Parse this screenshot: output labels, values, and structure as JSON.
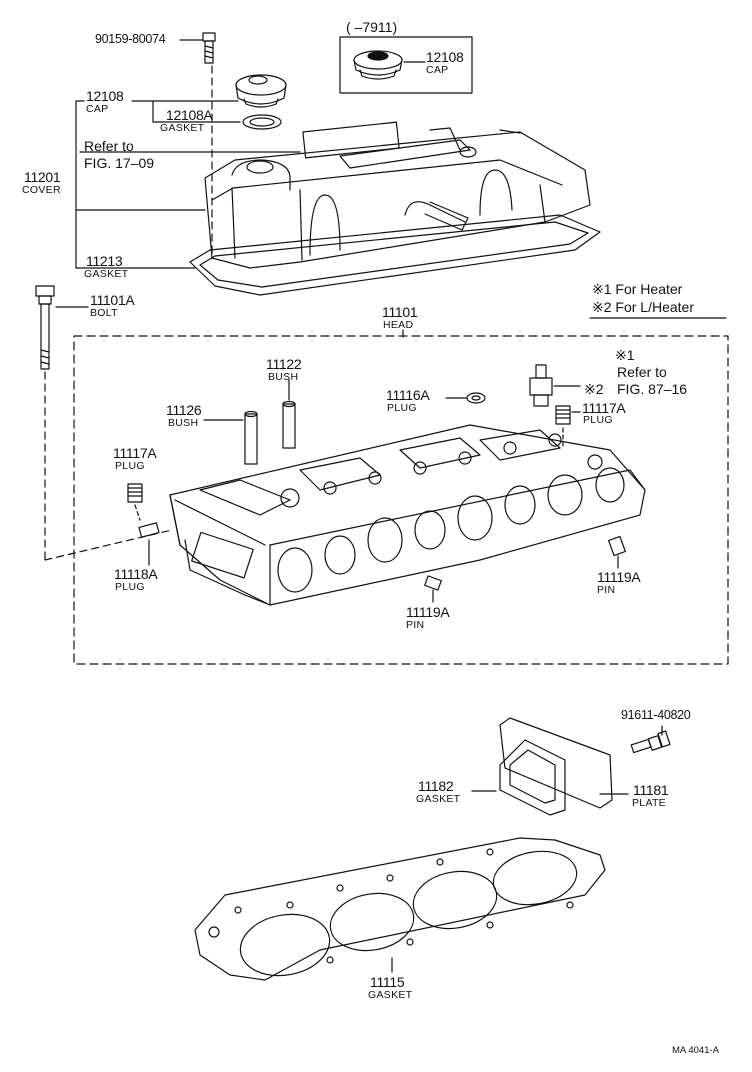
{
  "diagram_code": "MA 4041-A",
  "legend": {
    "note1": "※1  For Heater",
    "note2": "※2  For L/Heater"
  },
  "variant_box": {
    "label": "(      –7911)"
  },
  "callouts": {
    "bolt_top": {
      "number": "90159-80074"
    },
    "cap_variant": {
      "number": "12108",
      "name": "CAP"
    },
    "cap": {
      "number": "12108",
      "name": "CAP"
    },
    "cap_gasket": {
      "number": "12108A",
      "name": "GASKET"
    },
    "cover_ref": {
      "line1": "Refer to",
      "line2": "FIG. 17–09"
    },
    "cover": {
      "number": "11201",
      "name": "COVER"
    },
    "cover_gasket": {
      "number": "11213",
      "name": "GASKET"
    },
    "head_bolt": {
      "number": "11101A",
      "name": "BOLT"
    },
    "head": {
      "number": "11101",
      "name": "HEAD"
    },
    "heater_ref": {
      "mark1": "※1",
      "line1": "Refer to",
      "mark2": "※2",
      "line2": "FIG. 87–16"
    },
    "bush_right": {
      "number": "11122",
      "name": "BUSH"
    },
    "bush_left": {
      "number": "11126",
      "name": "BUSH"
    },
    "plug_16a": {
      "number": "11116A",
      "name": "PLUG"
    },
    "plug_17a_right": {
      "number": "11117A",
      "name": "PLUG"
    },
    "plug_17a_left": {
      "number": "11117A",
      "name": "PLUG"
    },
    "plug_18a": {
      "number": "11118A",
      "name": "PLUG"
    },
    "pin_right": {
      "number": "11119A",
      "name": "PIN"
    },
    "pin_center": {
      "number": "11119A",
      "name": "PIN"
    },
    "plate_bolt": {
      "number": "91611-40820"
    },
    "plate_gasket": {
      "number": "11182",
      "name": "GASKET"
    },
    "plate": {
      "number": "11181",
      "name": "PLATE"
    },
    "head_gasket": {
      "number": "11115",
      "name": "GASKET"
    }
  }
}
